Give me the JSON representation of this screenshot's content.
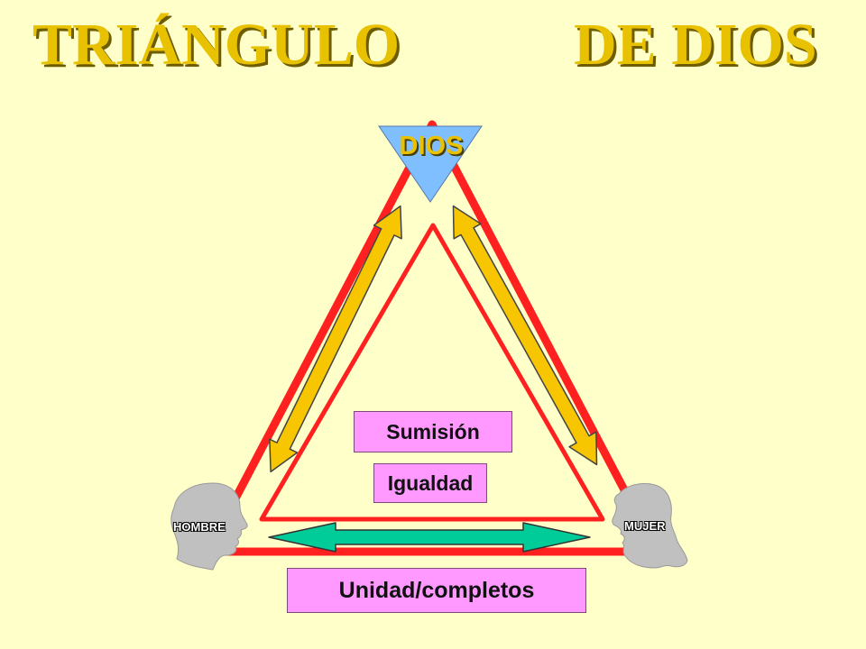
{
  "title": {
    "left": "TRIÁNGULO",
    "right": "DE DIOS"
  },
  "nodes": {
    "top": "DIOS",
    "left": "HOMBRE",
    "right": "MUJER"
  },
  "boxes": {
    "sumision": "Sumisión",
    "igualdad": "Igualdad",
    "unidad": "Unidad/completos"
  },
  "colors": {
    "background": "#FFFFC9",
    "title": "#E8C100",
    "triangle": "#FF2020",
    "dios_node": "#80BFFF",
    "arrow_yellow": "#F7C600",
    "arrow_green": "#00CC99",
    "box": "#FF99FF",
    "head": "#C0C0C0"
  },
  "icons": {
    "left": "man-head-silhouette-icon",
    "right": "woman-head-silhouette-icon",
    "arrows": "double-arrow-icon"
  }
}
